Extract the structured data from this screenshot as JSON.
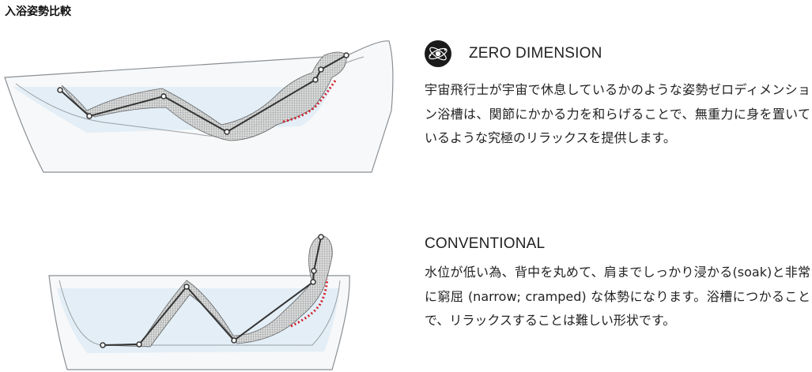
{
  "section_title": "入浴姿勢比較",
  "zero": {
    "heading": "ZERO DIMENSION",
    "icon": "orbit-sphere-icon",
    "description": "宇宙飛行士が宇宙で休息しているかのような姿勢ゼロディメンション浴槽は、関節にかかる力を和らげることで、無重力に身を置いているような究極のリラックスを提供します。"
  },
  "conventional": {
    "heading": "CONVENTIONAL",
    "description": "水位が低い為、背中を丸めて、肩までしっかり浸かる(soak)と非常に窮屈 (narrow; cramped) な体勢になります。浴槽につかることで、リラックスすることは難しい形状です。"
  },
  "colors": {
    "water": "#e3eef6",
    "tub_outline": "#8a8f94",
    "skeleton_line": "#333333",
    "pressure_dots": "#d3202b",
    "badge": "#1a1a1a"
  }
}
